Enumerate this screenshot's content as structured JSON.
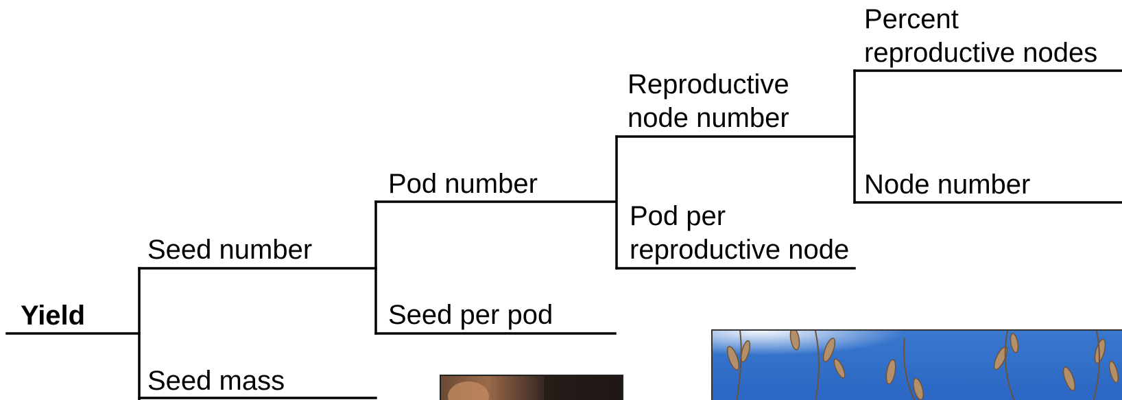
{
  "diagram": {
    "title": "",
    "root": "Yield",
    "nodes": {
      "yield": "Yield",
      "seed_number": "Seed number",
      "seed_mass": "Seed mass",
      "pod_number": "Pod number",
      "seed_per_pod": "Seed per pod",
      "reproductive_node_number_line1": "Reproductive",
      "reproductive_node_number_line2": "node number",
      "pod_per_reproductive_node_line1": "Pod per",
      "pod_per_reproductive_node_line2": "reproductive node",
      "percent_reproductive_nodes_line1": "Percent",
      "percent_reproductive_nodes_line2": "reproductive nodes",
      "node_number": "Node number"
    },
    "edges": [
      [
        "Yield",
        "Seed number"
      ],
      [
        "Yield",
        "Seed mass"
      ],
      [
        "Seed number",
        "Pod number"
      ],
      [
        "Seed number",
        "Seed per pod"
      ],
      [
        "Pod number",
        "Reproductive node number"
      ],
      [
        "Pod number",
        "Pod per reproductive node"
      ],
      [
        "Reproductive node number",
        "Percent reproductive nodes"
      ],
      [
        "Reproductive node number",
        "Node number"
      ]
    ],
    "line_color": "#000000"
  },
  "photos": {
    "person_photo": {
      "icon": "person-photo"
    },
    "soybean_pods_photo": {
      "icon": "soybean-pods-photo",
      "sky_color": "#2f6fc9",
      "pod_color": "#b4906a"
    }
  }
}
